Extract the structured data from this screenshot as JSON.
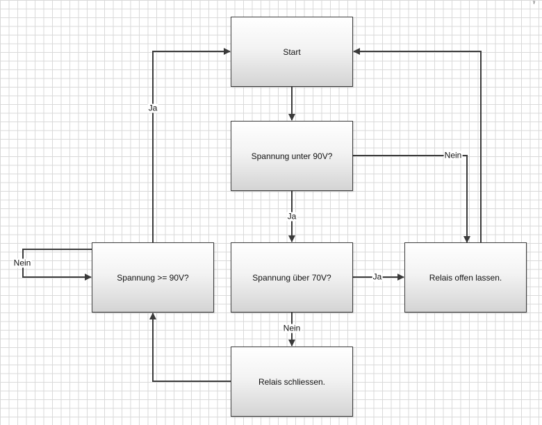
{
  "nodes": {
    "start": "Start",
    "check_under_90": "Spannung unter 90V?",
    "check_over_70": "Spannung über 70V?",
    "check_ge_90": "Spannung >= 90V?",
    "relay_open": "Relais offen lassen.",
    "relay_close": "Relais schliessen."
  },
  "edges": {
    "under90_no": "Nein",
    "under90_yes": "Ja",
    "over70_yes": "Ja",
    "over70_no": "Nein",
    "ge90_yes": "Ja",
    "ge90_no": "Nein"
  },
  "colors": {
    "line": "#3a3a3a",
    "grid": "#d9d9d9"
  }
}
